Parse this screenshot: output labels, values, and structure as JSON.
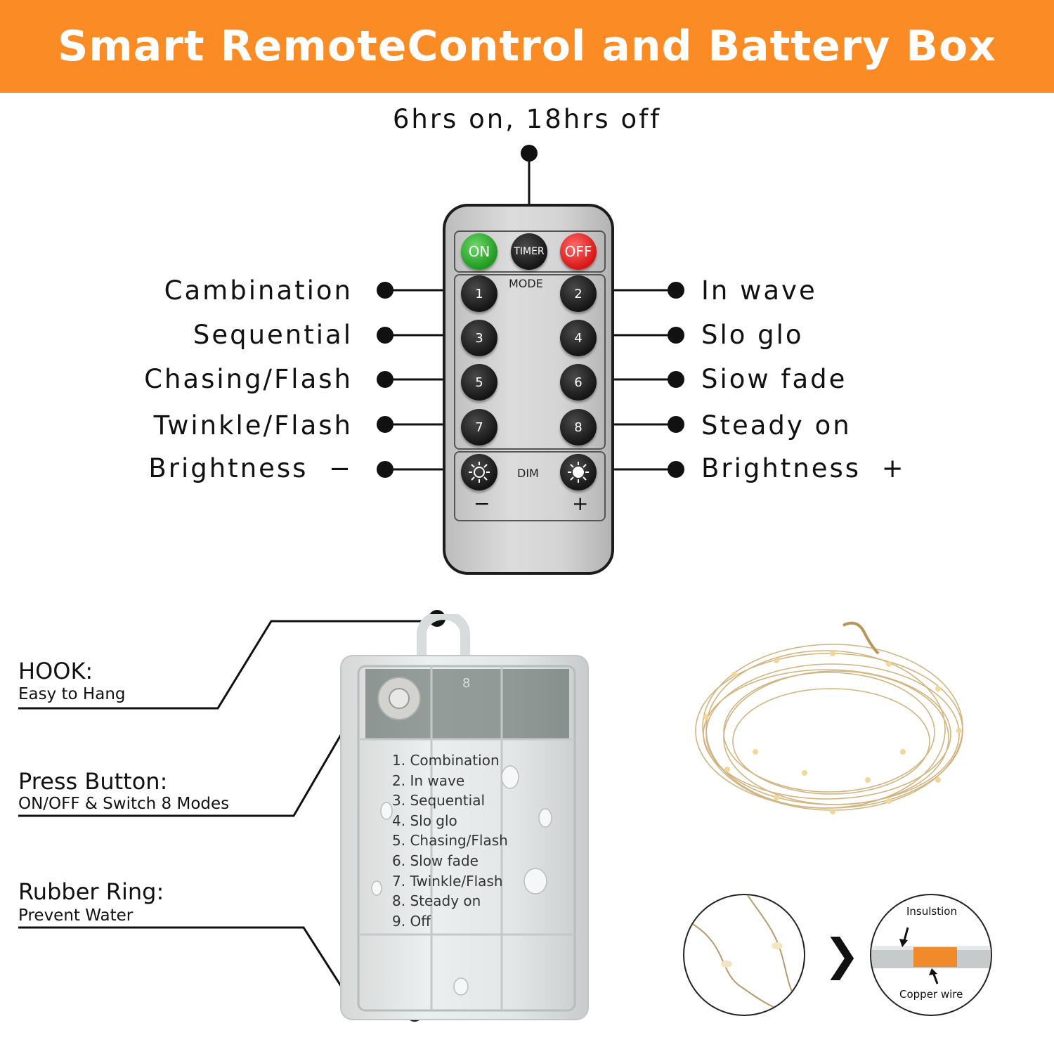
{
  "banner": {
    "title": "Smart RemoteControl and Battery Box",
    "color": "#fb8b25"
  },
  "timer_note": "6hrs on, 18hrs off",
  "remote": {
    "on_label": "ON",
    "timer_label": "TIMER",
    "off_label": "OFF",
    "mode_label": "MODE",
    "dim_label": "DIM",
    "minus_sign": "−",
    "plus_sign": "+",
    "mode_buttons": [
      "1",
      "2",
      "3",
      "4",
      "5",
      "6",
      "7",
      "8"
    ]
  },
  "left_labels": [
    "Cambination",
    "Sequential",
    "Chasing/Flash",
    "Twinkle/Flash",
    "Brightness  −"
  ],
  "right_labels": [
    "In wave",
    "Slo glo",
    "Siow fade",
    "Steady on",
    "Brightness  +"
  ],
  "callouts": {
    "hook_title": "HOOK:",
    "hook_sub": "Easy to Hang",
    "press_title": "Press Button:",
    "press_sub": "ON/OFF & Switch 8 Modes",
    "ring_title": "Rubber Ring:",
    "ring_sub": "Prevent Water"
  },
  "battery_box": {
    "top_mark": "8",
    "modes": [
      "1. Combination",
      "2. In wave",
      "3. Sequential",
      "4. Slo glo",
      "5. Chasing/Flash",
      "6. Slow fade",
      "7. Twinkle/Flash",
      "8. Steady on",
      "9. Off"
    ]
  },
  "wire_detail": {
    "insulation_label": "Insulstion",
    "copper_label": "Copper wire",
    "arrow": "❯",
    "copper_color": "#f08a2a"
  },
  "icons": [
    "hook-icon",
    "sun-icon",
    "chevron-right-icon"
  ]
}
